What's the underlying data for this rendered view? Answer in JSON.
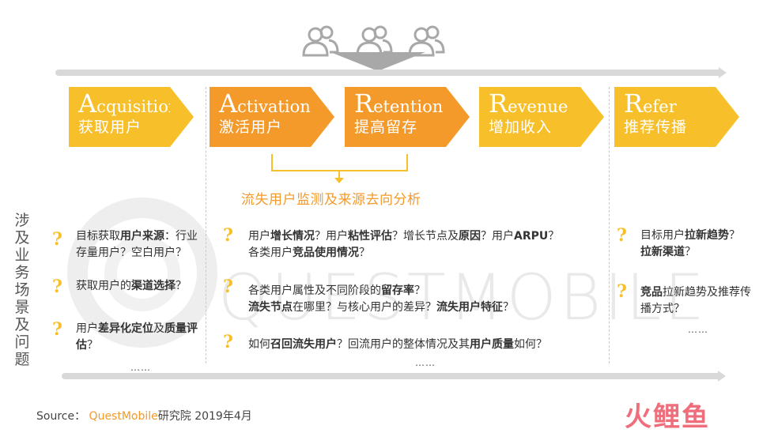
{
  "watermark_text": "QUESTMOBILE",
  "stages": [
    {
      "initial": "A",
      "rest": "cquisition",
      "cn": "获取用户"
    },
    {
      "initial": "A",
      "rest": "ctivation",
      "cn": "激活用户"
    },
    {
      "initial": "R",
      "rest": "etention",
      "cn": "提高留存"
    },
    {
      "initial": "R",
      "rest": "evenue",
      "cn": "增加收入"
    },
    {
      "initial": "R",
      "rest": "efer",
      "cn": "推荐传播"
    }
  ],
  "analysis_label": "流失用户监测及来源去向分析",
  "side_label": "涉及业务场景及问题",
  "acquisition_items": [
    [
      "目标获取",
      "用户来源",
      "：",
      "行业存量用户？空白用户？"
    ],
    [
      "获取用户的",
      "渠道选择",
      "？"
    ],
    [
      "用户",
      "差异化定位",
      "及",
      "质量评估",
      "？"
    ]
  ],
  "middle_items": [
    [
      "用户",
      "增长情况",
      "？用户",
      "粘性评估",
      "？增长节点及",
      "原因",
      "？用户",
      "ARPU",
      "？",
      "各类用户",
      "竞品使用情况",
      "？"
    ],
    [
      "各类用户属性及不同阶段的",
      "留存率",
      "？",
      "流失节点",
      "在哪里？与核心用户的差异？",
      "流失用户特征",
      "？"
    ],
    [
      "如何",
      "召回流失用户",
      "？回流用户的整体情况及其",
      "用户质量",
      "如何？"
    ]
  ],
  "refer_items": [
    [
      "目标用户",
      "拉新趋势",
      "？",
      "拉新渠道",
      "？"
    ],
    [
      "竞品",
      "拉新趋势及推荐传播方式？"
    ]
  ],
  "ellipsis": "……",
  "source": {
    "prefix": "Source：",
    "brand": "QuestMobile",
    "suffix": "研究院 2019年4月"
  },
  "corner_logo": "火鲤鱼",
  "colors": {
    "yellow": "#f7bf2a",
    "orange": "#f39a2b",
    "gray": "#a8a8a8"
  }
}
